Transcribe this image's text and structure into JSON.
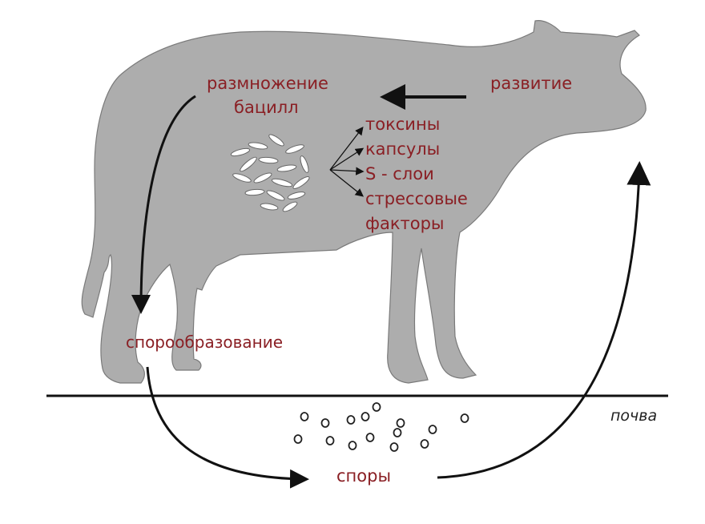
{
  "labels": {
    "reproduction_line1": "размножение",
    "reproduction_line2": "бацилл",
    "development": "развитие",
    "factors": [
      "токсины",
      "капсулы",
      "S - слои",
      "стрессовые",
      "факторы"
    ],
    "sporulation": "спорообразование",
    "spores": "споры",
    "soil": "почва"
  },
  "colors": {
    "label_text": "#8a1f24",
    "cow_fill": "#adadad",
    "arrow": "#111111"
  }
}
